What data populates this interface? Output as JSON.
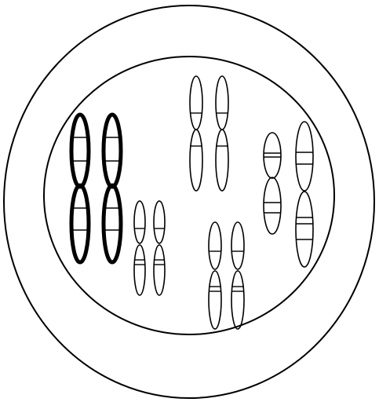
{
  "colors": {
    "background": "#ffffff",
    "stroke": "#000000"
  },
  "cell": {
    "structures": [
      "cell-membrane",
      "nucleus"
    ]
  },
  "chromosome_groups": [
    {
      "name": "chromosome-pair-bold",
      "chromosome_count": 2,
      "outline": "bold"
    },
    {
      "name": "chromosome-pair-small",
      "chromosome_count": 2,
      "outline": "thin"
    },
    {
      "name": "chromosome-pair-top",
      "chromosome_count": 2,
      "outline": "thin"
    },
    {
      "name": "chromosome-pair-bottom",
      "chromosome_count": 2,
      "outline": "thin"
    },
    {
      "name": "chromosome-pair-right",
      "chromosome_count": 2,
      "outline": "thin"
    }
  ]
}
